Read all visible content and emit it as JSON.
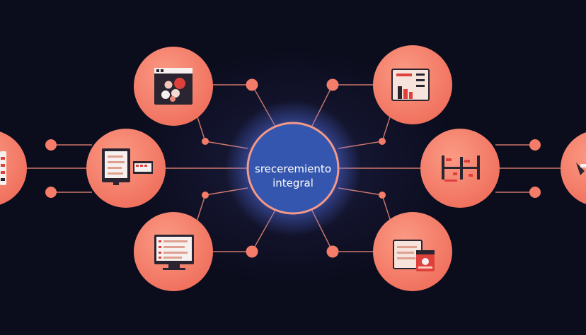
{
  "hub": {
    "label_line1": "sreceremiento",
    "label_line2": "integral"
  },
  "nodes": [
    {
      "id": "top-left",
      "icon": "browser-window-icon"
    },
    {
      "id": "top-right",
      "icon": "document-chart-icon"
    },
    {
      "id": "left",
      "icon": "monitor-document-icon"
    },
    {
      "id": "right",
      "icon": "bracket-chart-icon"
    },
    {
      "id": "bottom-left",
      "icon": "monitor-list-icon"
    },
    {
      "id": "bottom-right",
      "icon": "document-calendar-icon"
    },
    {
      "id": "far-left",
      "icon": "partial-node-icon"
    },
    {
      "id": "far-right",
      "icon": "partial-node-icon"
    }
  ],
  "colors": {
    "background": "#0b0c1c",
    "hub_fill": "#3556ae",
    "accent": "#f47c68",
    "line": "#f08a78",
    "icon_dark": "#2a2530",
    "icon_light": "#f6f1ee",
    "icon_red": "#e0403c"
  }
}
